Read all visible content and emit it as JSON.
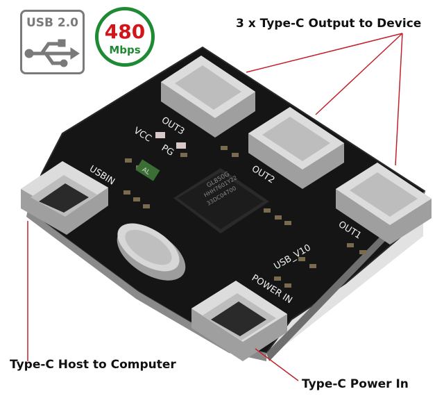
{
  "badge": {
    "usb_text": "USB 2.0",
    "icon": "usb-trident-icon"
  },
  "speed": {
    "value": "480",
    "unit": "Mbps"
  },
  "callouts": {
    "outputs": "3 x Type-C Output to Device",
    "host": "Type-C Host to Computer",
    "power": "Type-C Power In"
  },
  "silkscreen": {
    "out1": "OUT1",
    "out2": "OUT2",
    "out3": "OUT3",
    "usbin": "USBIN",
    "vcc": "VCC",
    "pg": "PG",
    "usb_v10": "USB_V10",
    "power_in": "POWER IN",
    "chip_line1": "GL850G",
    "chip_line2": "HHH7601Y22",
    "chip_line3": "33DC04700",
    "al": "AL"
  },
  "colors": {
    "pcb": "#141414",
    "connector": "#c9c9c9",
    "speed_ring": "#1e8a33",
    "speed_number": "#d3151b",
    "callout_line": "#c0202a"
  }
}
